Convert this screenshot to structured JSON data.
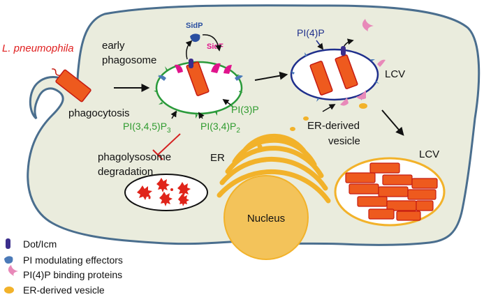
{
  "labels": {
    "organism": "L. pneumophila",
    "early_phagosome": [
      "early",
      "phagosome"
    ],
    "phagocytosis": "phagocytosis",
    "sidp": "SidP",
    "sidf": "SidF",
    "pi3p": "PI(3)P",
    "pip3": "PI(3,4,5)P",
    "pip3_sub": "3",
    "pi34p2": "PI(3,4)P",
    "pi34p2_sub": "2",
    "pi4p": "PI(4)P",
    "lcv_1": "LCV",
    "lcv_2": "LCV",
    "phagolysosome": [
      "phagolysosome",
      "degradation"
    ],
    "er": "ER",
    "er_vesicle": [
      "ER-derived",
      "vesicle"
    ],
    "nucleus": "Nucleus"
  },
  "legend": [
    {
      "icon": "dot-icm-icon",
      "label": "Dot/Icm"
    },
    {
      "icon": "pi-modulating-effector-icon",
      "label": "PI modulating effectors"
    },
    {
      "icon": "pi4p-binding-protein-icon",
      "label": "PI(4)P binding proteins"
    },
    {
      "icon": "er-vesicle-icon",
      "label": "ER-derived vesicle"
    }
  ],
  "colors": {
    "cell_fill": "#eaecdd",
    "cell_stroke": "#4a6e8e",
    "bacterium_fill": "#ee5a1e",
    "bacterium_stroke": "#c41a12",
    "organism_text": "#e02020",
    "early_membrane": "#2a9a3a",
    "lcv_membrane": "#1f2f8c",
    "pi_green": "#2f9b2f",
    "pi4p_blue": "#1f2f8c",
    "sidp": "#2a4fa0",
    "sidf": "#e0148c",
    "er_yellow": "#f2b22a",
    "nucleus_fill": "#f3c35a",
    "inhibit_red": "#d42020",
    "effector_blue": "#4b7ab8",
    "dot_icm": "#3b2e8c",
    "pink": "#e889b9"
  }
}
